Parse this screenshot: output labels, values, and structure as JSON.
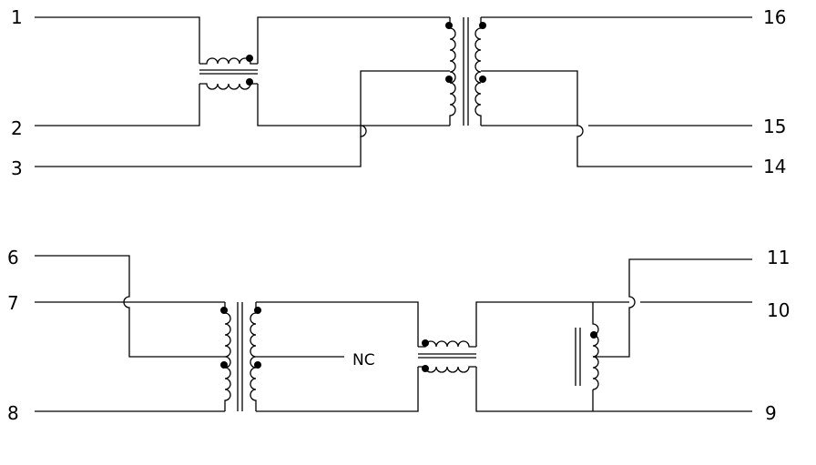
{
  "pins": {
    "p1": "1",
    "p2": "2",
    "p3": "3",
    "p16": "16",
    "p15": "15",
    "p14": "14",
    "p6": "6",
    "p7": "7",
    "p8": "8",
    "p11": "11",
    "p10": "10",
    "p9": "9"
  },
  "nc_label": "NC"
}
